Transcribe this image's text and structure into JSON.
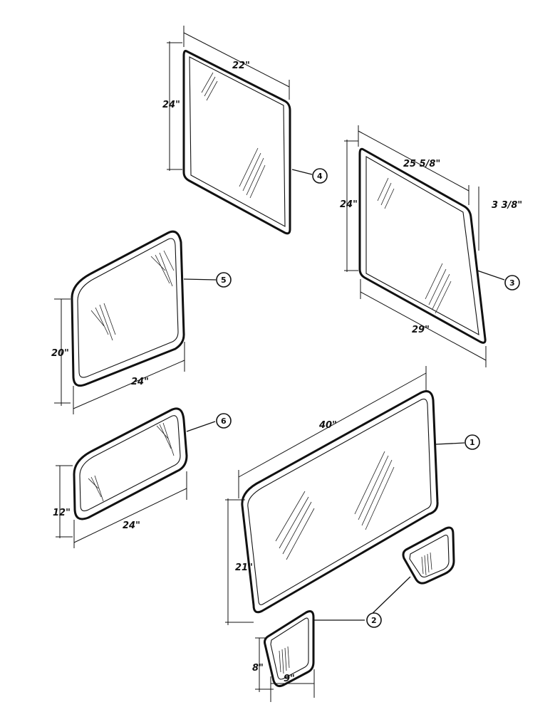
{
  "diagram": {
    "callouts": [
      "1",
      "2",
      "3",
      "4",
      "5",
      "6"
    ],
    "dimensions": {
      "part4_width": "22\"",
      "part4_height": "24\"",
      "part3_top": "25 5/8\"",
      "part3_height": "24\"",
      "part3_offset": "3 3/8\"",
      "part3_bottom": "29\"",
      "part5_height": "20\"",
      "part5_width": "24\"",
      "part6_height": "12\"",
      "part6_width": "24\"",
      "part1_width": "40\"",
      "part1_height": "21\"",
      "part2_height": "8\"",
      "part2_width": "9\""
    }
  }
}
